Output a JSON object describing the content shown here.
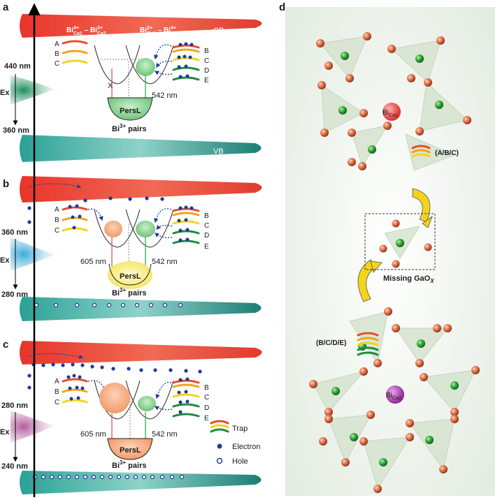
{
  "panels": {
    "a": "a",
    "b": "b",
    "c": "c",
    "d": "d"
  },
  "band": {
    "cb": "CB",
    "vb": "VB"
  },
  "panel_a": {
    "top_nm": "440 nm",
    "bottom_nm": "360 nm",
    "ex": "Ex",
    "left_traps": [
      "A",
      "B",
      "C"
    ],
    "right_traps": [
      "B",
      "C",
      "D",
      "E"
    ],
    "blocked": "X",
    "emission_right": "542 nm",
    "center": "PersL",
    "pairs_prefix": "Bi",
    "pairs_sup": "3+",
    "pairs_suffix": " pairs",
    "conf_left": {
      "base": "Bi",
      "sup": "4+",
      "sub": "Ca1",
      "dash": " – ",
      "base2": "Bi",
      "sup2": "2+",
      "sub2": "Ca2"
    },
    "conf_right": {
      "base": "Bi",
      "sup": "2+",
      "sub": "Ca1",
      "dash": " – ",
      "base2": "Bi",
      "sup2": "4+",
      "sub2": "Ca2"
    }
  },
  "panel_b": {
    "top_nm": "360 nm",
    "bottom_nm": "280 nm",
    "ex": "Ex",
    "left_traps": [
      "A",
      "B",
      "C"
    ],
    "right_traps": [
      "B",
      "C",
      "D",
      "E"
    ],
    "emission_left": "605 nm",
    "emission_right": "542 nm",
    "center": "PersL",
    "pairs_prefix": "Bi",
    "pairs_sup": "3+",
    "pairs_suffix": " pairs"
  },
  "panel_c": {
    "top_nm": "280 nm",
    "bottom_nm": "240 nm",
    "ex": "Ex",
    "left_traps": [
      "A",
      "B",
      "C"
    ],
    "right_traps": [
      "B",
      "C",
      "D",
      "E"
    ],
    "emission_left": "605 nm",
    "emission_right": "542 nm",
    "center": "PersL",
    "pairs_prefix": "Bi",
    "pairs_sup": "3+",
    "pairs_suffix": " pairs"
  },
  "legend": {
    "trap": "Trap",
    "electron": "Electron",
    "hole": "Hole"
  },
  "panel_d": {
    "bi1_base": "Bi",
    "bi1_sub": "Ca1",
    "bi2_base": "Bi",
    "bi2_sub": "Ca2",
    "traps_top": "(A/B/C)",
    "traps_bottom": "(B/C/D/E)",
    "missing_base": "Missing GaO",
    "missing_sub": "X"
  },
  "colors": {
    "cb": "#e23b2e",
    "vb": "#1e8a80",
    "trap_red": "#e94b2a",
    "trap_orange": "#f5a21b",
    "trap_yellow": "#f2d51a",
    "trap_green": "#1f8a3a",
    "electron": "#1e3a9a",
    "green_well": "#8fd49a",
    "orange_well": "#f6a57a",
    "yellow_glow": "#fbf19a"
  }
}
